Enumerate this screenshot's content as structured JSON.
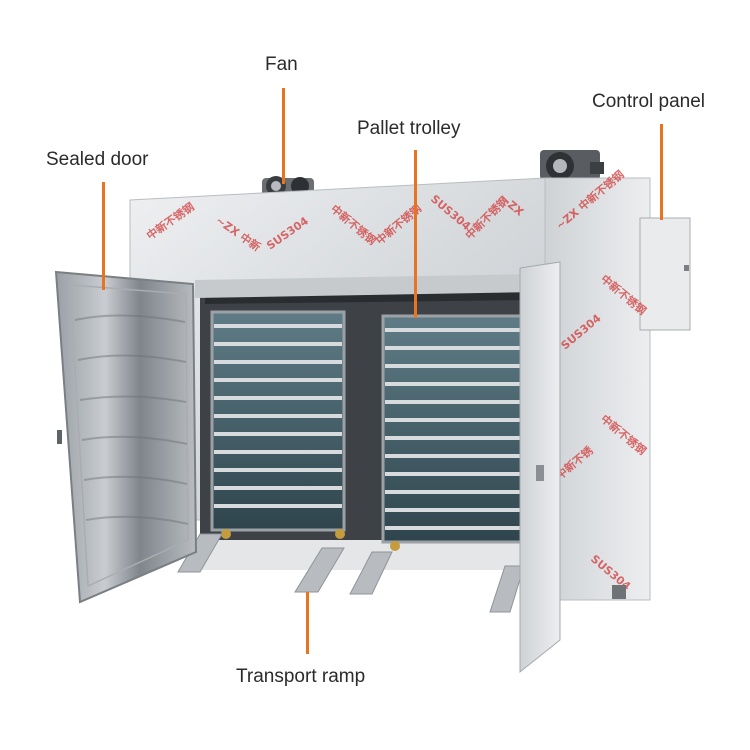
{
  "annotations": {
    "fan": "Fan",
    "sealed_door": "Sealed door",
    "pallet_trolley": "Pallet trolley",
    "control_panel": "Control panel",
    "transport_ramp": "Transport ramp"
  },
  "watermark": {
    "stamp_text": "ZX 中新不锈钢 SUS304"
  },
  "colors": {
    "leader_line": "#e8741f",
    "steel_light": "#dcdfe2",
    "steel_dark": "#8e9399",
    "stamp_red": "#d23a3a"
  }
}
